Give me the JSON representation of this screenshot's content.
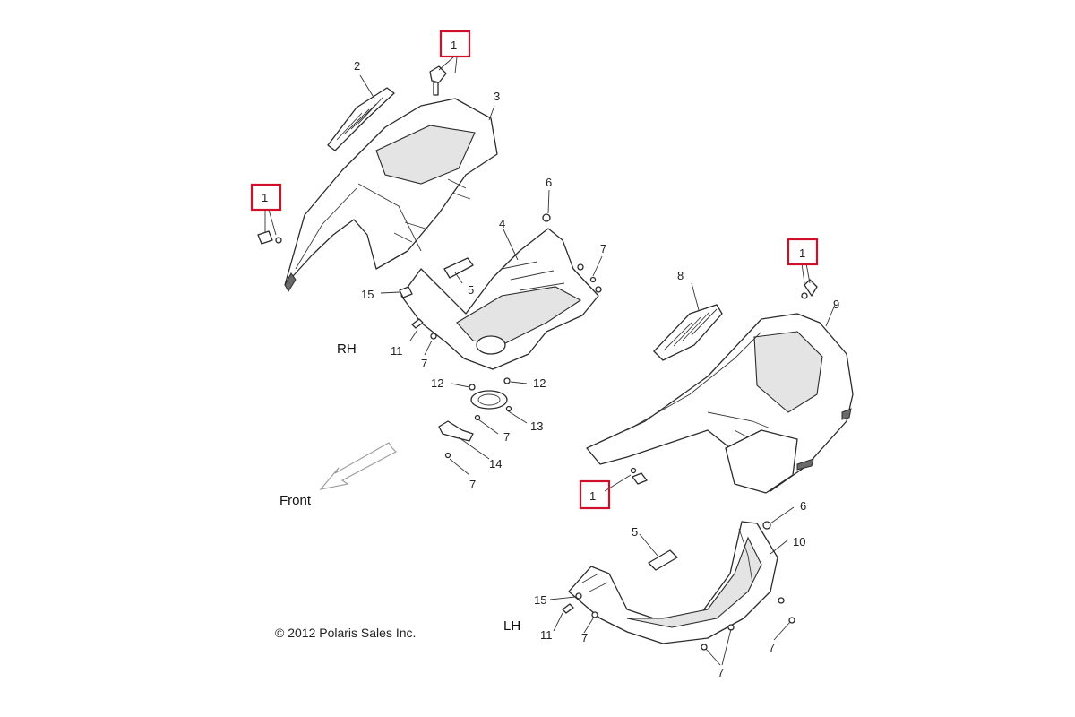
{
  "diagram": {
    "side_labels": {
      "rh": "RH",
      "lh": "LH"
    },
    "direction_label": "Front",
    "copyright": "© 2012 Polaris Sales Inc.",
    "callout_color": "#d0102a",
    "part_numbers": {
      "p1": "1",
      "p2": "2",
      "p3": "3",
      "p4": "4",
      "p5": "5",
      "p6": "6",
      "p7": "7",
      "p8": "8",
      "p9": "9",
      "p10": "10",
      "p11": "11",
      "p12": "12",
      "p13": "13",
      "p14": "14",
      "p15": "15"
    }
  }
}
